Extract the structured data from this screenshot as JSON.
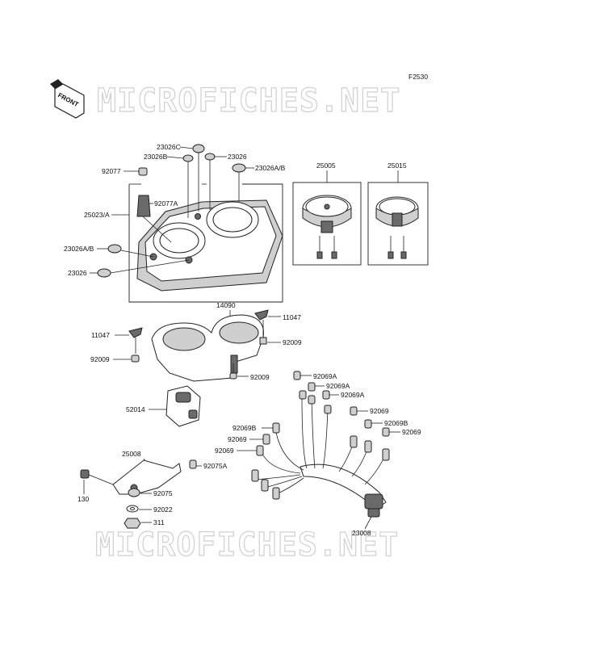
{
  "diagram": {
    "code": "F2530",
    "front_label": "FRONT",
    "watermark": "MICROFICHES.NET",
    "parts": {
      "p23026C": "23026C",
      "p23026B": "23026B",
      "p23026": "23026",
      "p23026AB_top": "23026A/B",
      "p92077": "92077",
      "p92077A": "92077A",
      "p25023A": "25023/A",
      "p23026AB_left": "23026A/B",
      "p23026_left": "23026",
      "p25005": "25005",
      "p25015": "25015",
      "p14090": "14090",
      "p11047_right": "11047",
      "p11047_left": "11047",
      "p92009_right": "92009",
      "p92009_left": "92009",
      "p92009_bottom": "92009",
      "p92069A_1": "92069A",
      "p92069A_2": "92069A",
      "p92069A_3": "92069A",
      "p52014": "52014",
      "p92069_r1": "92069",
      "p92069B_left": "92069B",
      "p92069B_right": "92069B",
      "p92069_l1": "92069",
      "p92069_r2": "92069",
      "p92069_l2": "92069",
      "p25008": "25008",
      "p92075A": "92075A",
      "p130": "130",
      "p92075": "92075",
      "p92022": "92022",
      "p311": "311",
      "p23008": "23008"
    }
  }
}
